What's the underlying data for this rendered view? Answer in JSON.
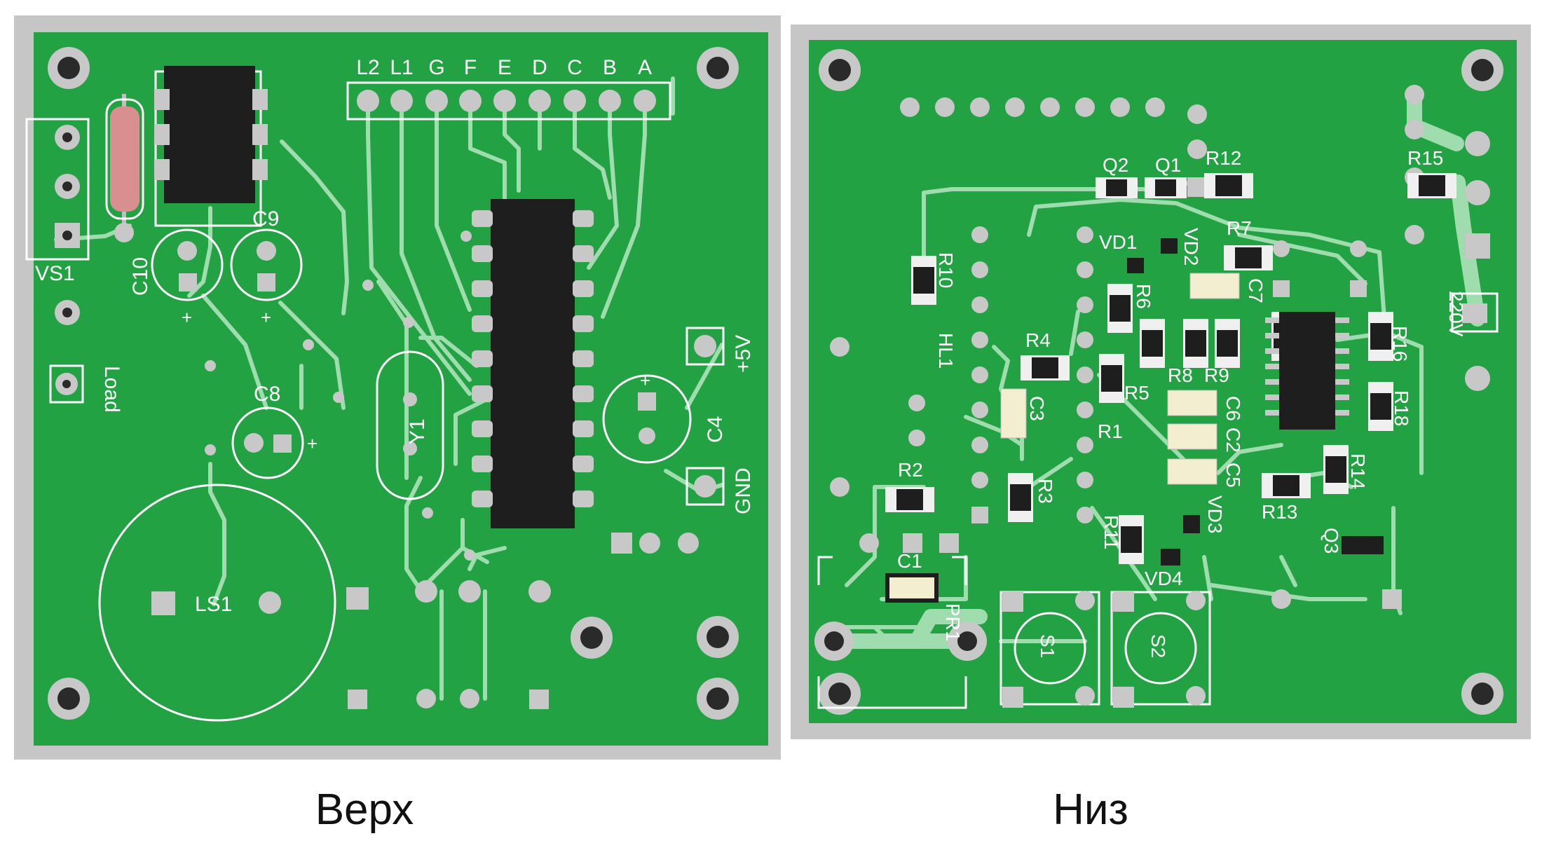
{
  "captions": {
    "top": "Верх",
    "bottom": "Низ"
  },
  "colors": {
    "board": "#22a242",
    "frame": "#c6c6c6",
    "silk": "#ffffff",
    "trace": "#9fdcae",
    "pad": "#c8c8c8",
    "ic": "#1e1e1e"
  },
  "top_board": {
    "header_labels": [
      "L2",
      "L1",
      "G",
      "F",
      "E",
      "D",
      "C",
      "B",
      "A"
    ],
    "labels": {
      "vs1": "VS1",
      "load": "Load",
      "c10": "C10",
      "c9": "C9",
      "c8": "C8",
      "plus": "+",
      "y1": "Y1",
      "c4": "C4",
      "p5v": "+5V",
      "gnd": "GND",
      "ls1": "LS1"
    }
  },
  "bottom_board": {
    "labels": {
      "q2": "Q2",
      "q1": "Q1",
      "r12": "R12",
      "r15": "R15",
      "r10": "R10",
      "vd1": "VD1",
      "vd2": "VD2",
      "r7": "R7",
      "r6": "R6",
      "c7": "C7",
      "v220": "220V",
      "hl1": "HL1",
      "r4": "R4",
      "r16": "R16",
      "r8": "R8",
      "r9": "R9",
      "r5": "R5",
      "c6": "C6",
      "c2": "C2",
      "c5": "C5",
      "r18": "R18",
      "c3": "C3",
      "r1": "R1",
      "r14": "R14",
      "r2": "R2",
      "r3": "R3",
      "r13": "R13",
      "vd3": "VD3",
      "q3": "Q3",
      "r11": "R11",
      "vd4": "VD4",
      "c1": "C1",
      "pr1": "PR1",
      "s1": "S1",
      "s2": "S2"
    }
  }
}
